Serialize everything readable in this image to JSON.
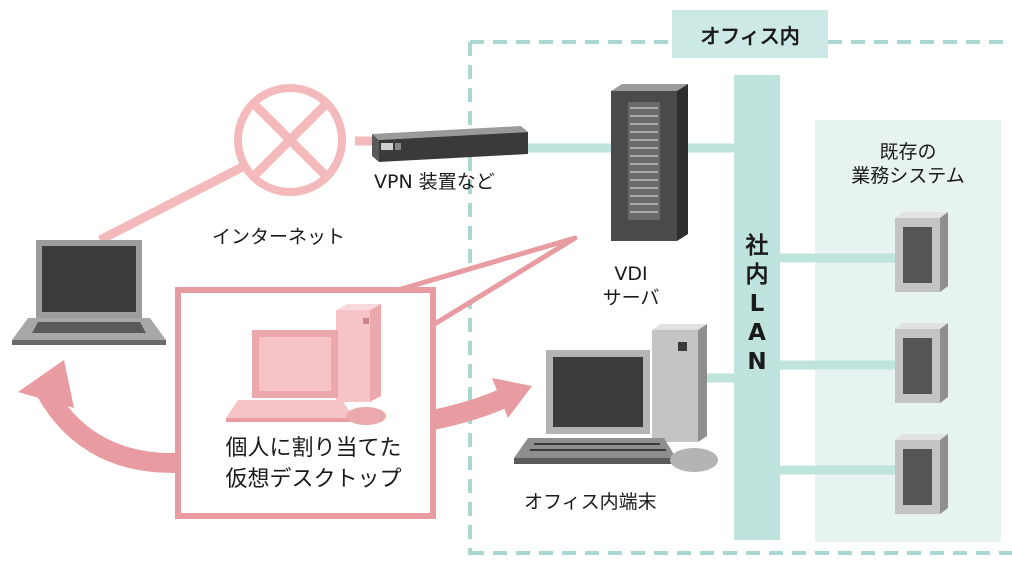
{
  "office_label": "オフィス内",
  "internet_label": "インターネット",
  "vpn_label": "VPN 装置など",
  "vdi_label": [
    "VDI",
    "サーバ"
  ],
  "lan_label": [
    "社",
    "内",
    "L",
    "A",
    "N"
  ],
  "existing_system_label": [
    "既存の",
    "業務システム"
  ],
  "virtual_desktop_label": [
    "個人に割り当てた",
    "仮想デスクトップ"
  ],
  "office_terminal_label": "オフィス内端末",
  "colors": {
    "internet_link": "#f3b9bb",
    "virtual_desktop": "#e89ba0",
    "office_network": "#bfe3dd",
    "office_border": "#a8d8d0",
    "system_area": "#e6f3f1"
  },
  "icons": [
    "laptop-icon",
    "internet-cross-icon",
    "vpn-device-icon",
    "vdi-server-icon",
    "desktop-pc-icon",
    "office-pc-icon",
    "business-server-icon"
  ]
}
